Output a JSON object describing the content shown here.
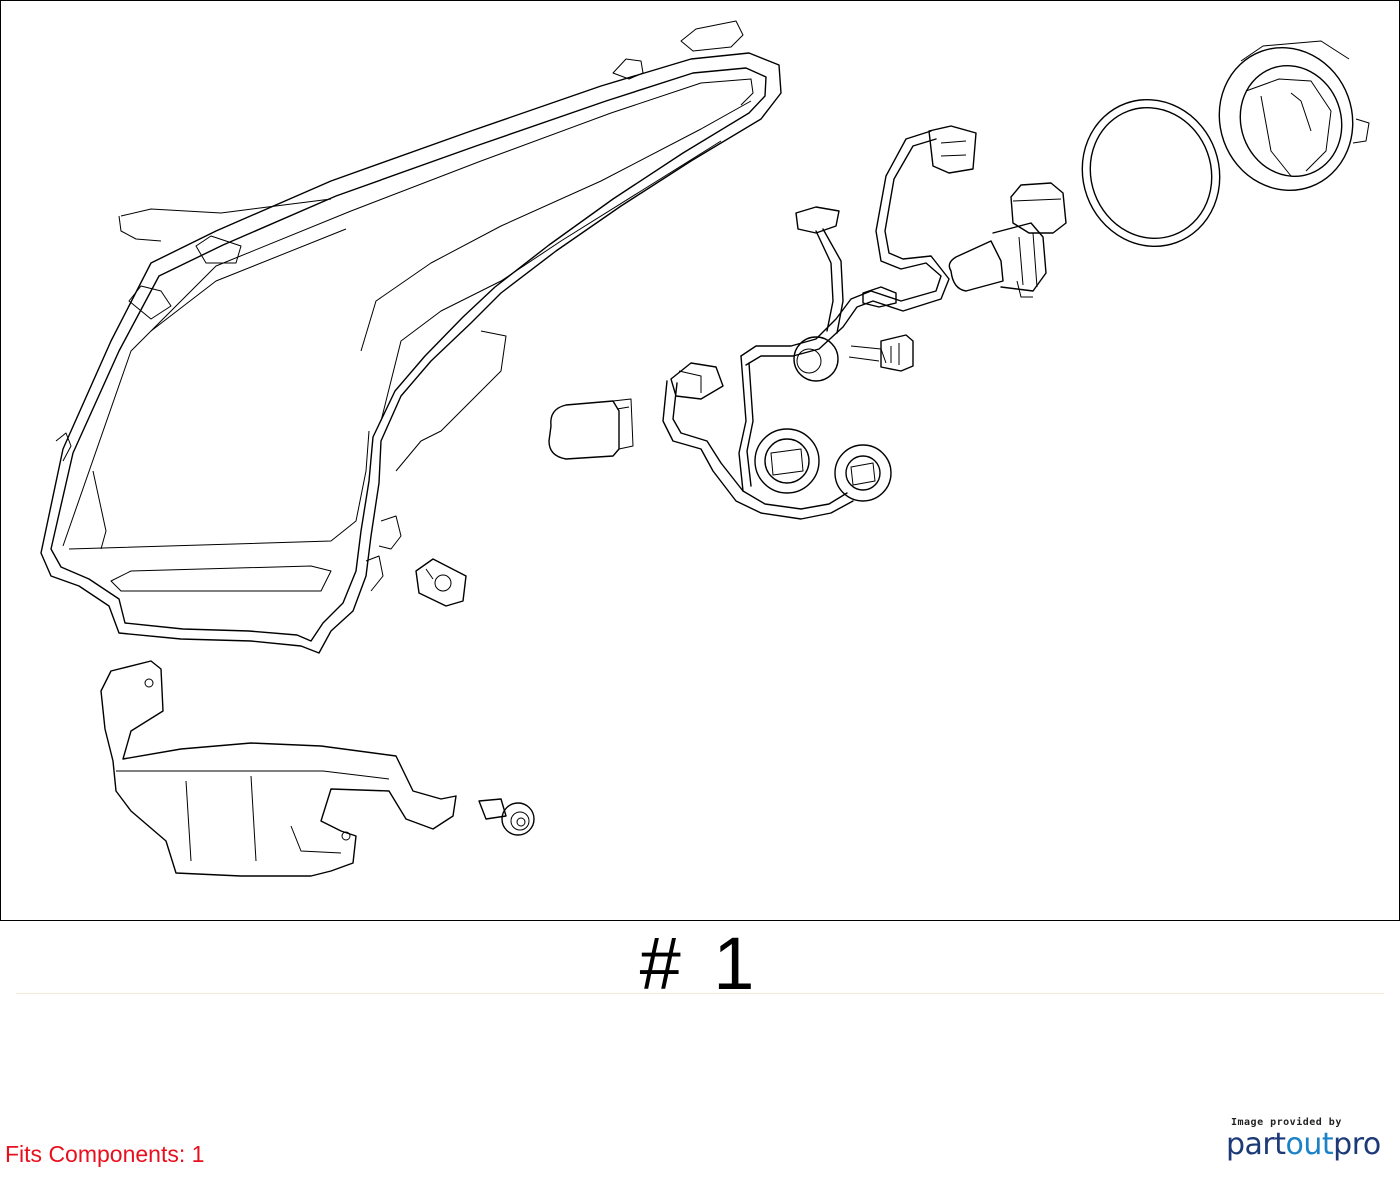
{
  "diagram": {
    "callout_number": "# 1",
    "parts": [
      "headlamp-housing",
      "mounting-bracket",
      "bolt",
      "nut-clip",
      "wedge-bulb",
      "wiring-harness",
      "socket",
      "halogen-bulb",
      "o-ring-seal",
      "dust-cap-retainer"
    ]
  },
  "footer": {
    "fits_components": "Fits Components: 1",
    "credit": "Image provided by",
    "brand_prefix": "part",
    "brand_accent": "out",
    "brand_suffix": "pro"
  },
  "colors": {
    "fits_text": "#e8101e",
    "brand_dark": "#1d3a78",
    "brand_accent": "#1c82c8",
    "divider": "#f3eadc"
  }
}
